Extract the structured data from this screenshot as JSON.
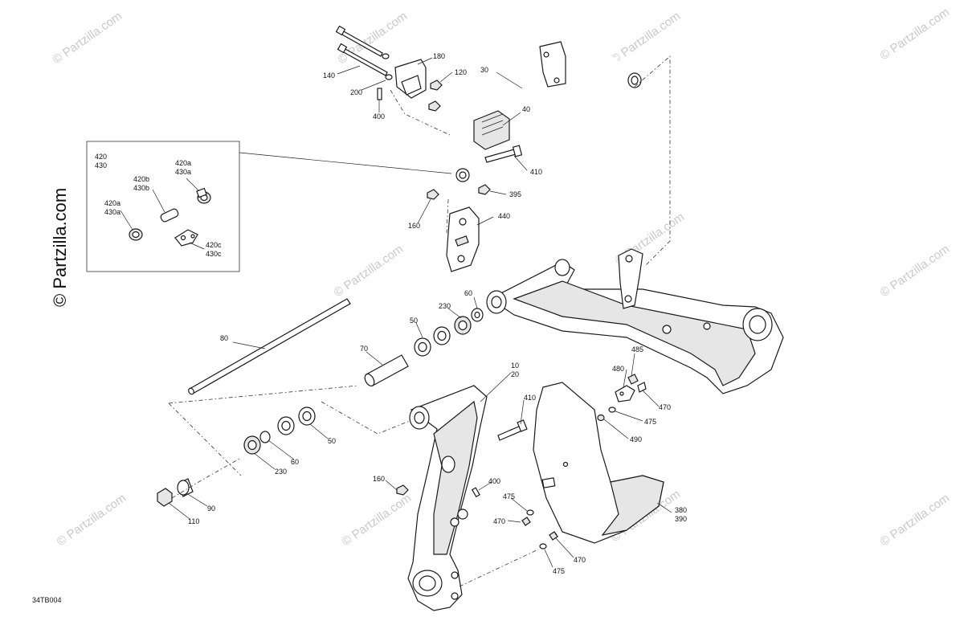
{
  "diagram": {
    "code": "34TB004",
    "watermark": "© Partzilla.com",
    "watermark_large": "© Partzilla.com",
    "labels": {
      "p10_20": [
        "10",
        "20"
      ],
      "p30": "30",
      "p40": "40",
      "p50a": "50",
      "p50b": "50",
      "p60a": "60",
      "p60b": "60",
      "p70": "70",
      "p80": "80",
      "p90": "90",
      "p110": "110",
      "p120": "120",
      "p140": "140",
      "p160a": "160",
      "p160b": "160",
      "p180": "180",
      "p200": "200",
      "p230a": "230",
      "p230b": "230",
      "p380_390": [
        "380",
        "390"
      ],
      "p395": "395",
      "p400a": "400",
      "p400b": "400",
      "p410a": "410",
      "p410b": "410",
      "p440": "440",
      "p470a": "470",
      "p470b": "470",
      "p470c": "470",
      "p475a": "475",
      "p475b": "475",
      "p475c": "475",
      "p480": "480",
      "p485": "485",
      "p490": "490",
      "inset_420_430": [
        "420",
        "430"
      ],
      "inset_420b_430b": [
        "420b",
        "430b"
      ],
      "inset_420a_430a_top": [
        "420a",
        "430a"
      ],
      "inset_420a_430a_left": [
        "420a",
        "430a"
      ],
      "inset_420c_430c": [
        "420c",
        "430c"
      ]
    }
  }
}
